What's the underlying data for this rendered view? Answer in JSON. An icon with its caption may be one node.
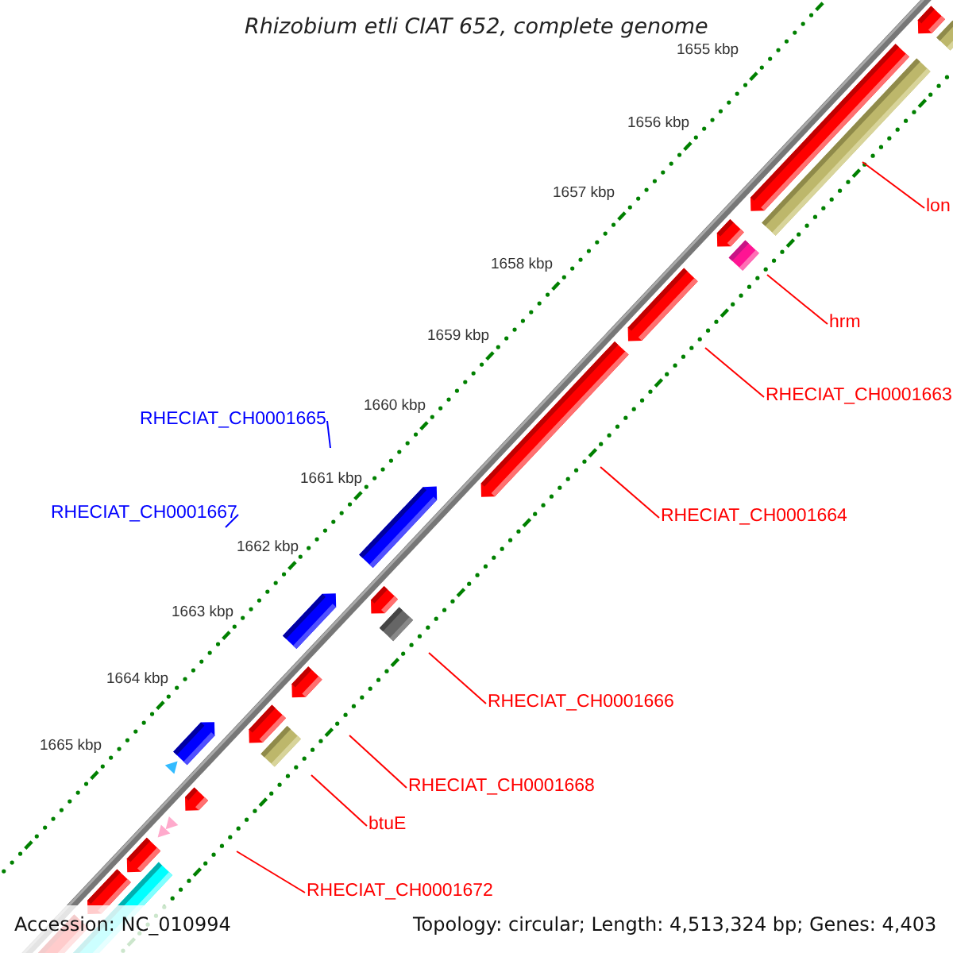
{
  "diagram": {
    "title": "Rhizobium etli CIAT 652, complete genome",
    "nodes": [
      {
        "text": [
          "lon"
        ]
      },
      {
        "text": [
          "hrm"
        ]
      },
      {
        "text": [
          "RHECIAT_CH0001663"
        ]
      },
      {
        "text": [
          "RHECIAT_CH0001665"
        ]
      },
      {
        "text": [
          "RHECIAT_CH0001667"
        ]
      },
      {
        "text": [
          "RHECIAT_CH0001664"
        ]
      },
      {
        "text": [
          "RHECIAT_CH0001666"
        ]
      },
      {
        "text": [
          "RHECIAT_CH0001668"
        ]
      },
      {
        "text": [
          "btuE"
        ]
      },
      {
        "text": [
          "RHECIAT_CH0001672"
        ]
      }
    ],
    "edges": [
      {
        "from": 0,
        "to": null,
        "arrow": "none"
      },
      {
        "from": 1,
        "to": null,
        "arrow": "none"
      },
      {
        "from": 2,
        "to": null,
        "arrow": "none"
      },
      {
        "from": 3,
        "to": null,
        "arrow": "none",
        "color": "#0000ff"
      },
      {
        "from": 4,
        "to": null,
        "arrow": "none",
        "color": "#0000ff"
      },
      {
        "from": 5,
        "to": null,
        "arrow": "none"
      },
      {
        "from": 6,
        "to": null,
        "arrow": "none"
      },
      {
        "from": 7,
        "to": null,
        "arrow": "none"
      },
      {
        "from": 8,
        "to": null,
        "arrow": "none"
      },
      {
        "from": 9,
        "to": null,
        "arrow": "none"
      }
    ],
    "labels": [
      "1655 kbp",
      "1656 kbp",
      "1657 kbp",
      "1658 kbp",
      "1659 kbp",
      "1660 kbp",
      "1661 kbp",
      "1662 kbp",
      "1663 kbp",
      "1664 kbp",
      "1665 kbp",
      "Accession: NC_010994",
      "Topology: circular; Length: 4,513,324 bp; Genes: 4,403"
    ]
  }
}
